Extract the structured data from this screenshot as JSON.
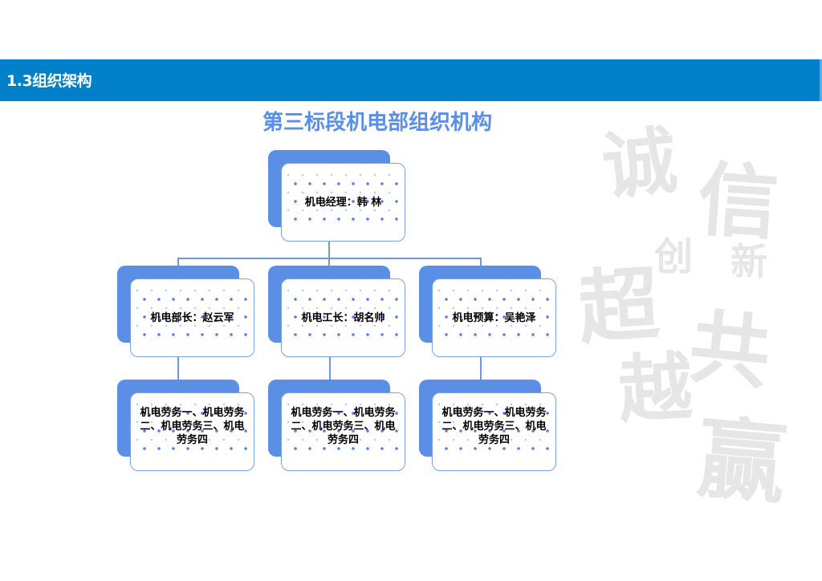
{
  "header": {
    "title": "1.3组织架构"
  },
  "chart": {
    "title": "第三标段机电部组织机构",
    "root": {
      "label": "机电经理：韩 林"
    },
    "level2": [
      {
        "label": "机电部长：赵云军"
      },
      {
        "label": "机电工长：胡名帅"
      },
      {
        "label": "机电预算：吴艳泽"
      }
    ],
    "level3": [
      {
        "label": "机电劳务一、机电劳务二、机电劳务三、机电劳务四"
      },
      {
        "label": "机电劳务一、机电劳务二、机电劳务三、机电劳务四"
      },
      {
        "label": "机电劳务一、机电劳务二、机电劳务三、机电劳务四"
      }
    ]
  },
  "watermark": {
    "chars": [
      "诚",
      "信",
      "创",
      "新",
      "超",
      "共",
      "越",
      "赢"
    ]
  },
  "colors": {
    "header_bg": "#0080c8",
    "title_blue": "#5b8fe6",
    "node_back": "#5b8fe6",
    "node_border": "#7aa3e6",
    "connector": "#6d9ad8",
    "watermark": "#e6e6e6"
  }
}
